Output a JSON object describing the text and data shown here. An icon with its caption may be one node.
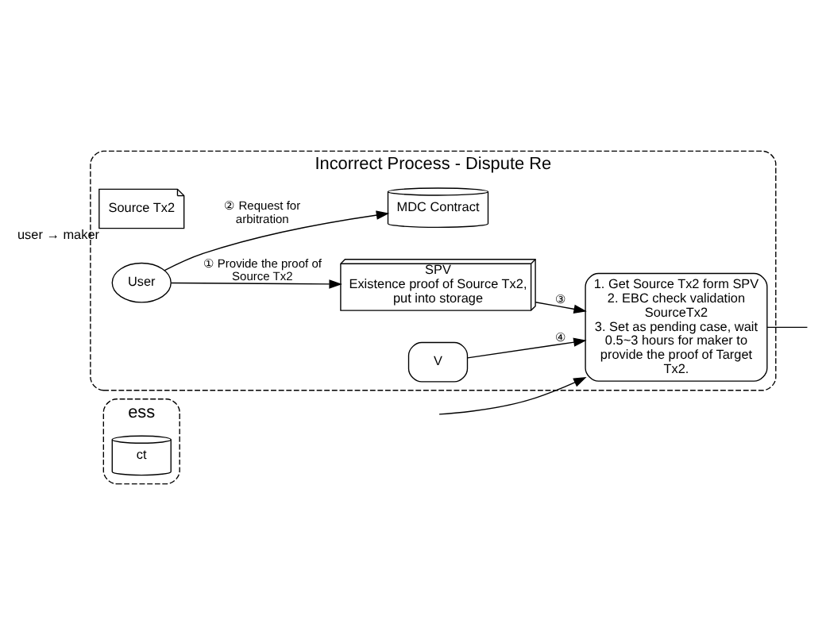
{
  "diagram": {
    "nodes": [
      {
        "text": [
          "ess"
        ]
      },
      {
        "text": [
          "ct"
        ],
        "in": 0
      },
      {
        "text": [
          "Incorrect Process - Dispute Re"
        ]
      },
      {
        "text": [
          "Source Tx2"
        ],
        "beside": [
          "user → maker"
        ],
        "in": 2
      },
      {
        "text": [
          "User"
        ],
        "in": 2
      },
      {
        "text": [
          "SPV",
          "Existence proof of Source Tx2, put into storage"
        ],
        "in": 2
      },
      {
        "text": [
          "MDC Contract"
        ],
        "in": 2
      },
      {
        "text": [
          "1. Get Source Tx2 form SPV",
          "2. EBC check validation SourceTx2",
          "3. Set as pending case, wait 0.5~3 hours for maker to provide the proof of Target Tx2."
        ],
        "in": 2
      },
      {
        "text": [
          "V"
        ],
        "in": 2
      }
    ],
    "edges": [
      {
        "from": 4,
        "to": 5,
        "arrow": "to",
        "label": "① Provide the proof of Source Tx2"
      },
      {
        "from": 4,
        "to": 6,
        "arrow": "to",
        "label": "② Request for arbitration"
      },
      {
        "from": 5,
        "to": 7,
        "arrow": "to",
        "label": "③"
      },
      {
        "from": 8,
        "to": 7,
        "arrow": "to",
        "label": "④"
      },
      {
        "from": null,
        "to": 7,
        "arrow": "to"
      },
      {
        "from": 7,
        "to": null,
        "arrow": "none"
      }
    ]
  }
}
